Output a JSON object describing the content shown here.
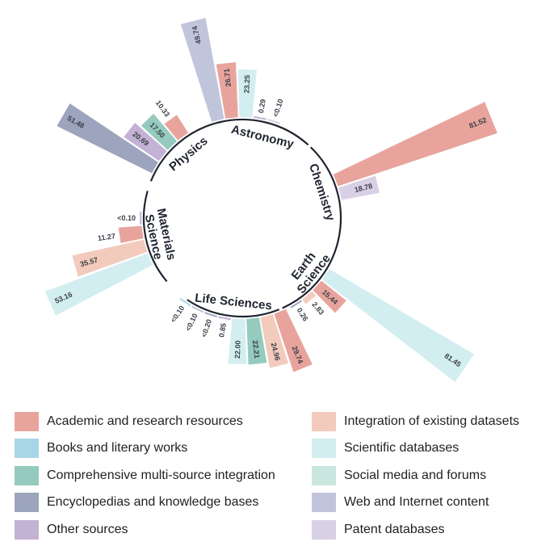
{
  "chart_data": {
    "type": "radial-bar",
    "title": "",
    "categories": [
      {
        "name": "Astronomy",
        "label_lines": [
          "Astronomy"
        ],
        "bars": [
          {
            "series": "web",
            "value": 49.74,
            "label": "49.74"
          },
          {
            "series": "academic",
            "value": 26.71,
            "label": "26.71"
          },
          {
            "series": "scientific",
            "value": 23.25,
            "label": "23.25"
          },
          {
            "series": "other",
            "value": 0.29,
            "label": "0.29"
          },
          {
            "series": "patent",
            "value": 0.05,
            "label": "<0.10"
          }
        ]
      },
      {
        "name": "Chemistry",
        "label_lines": [
          "Chemistry"
        ],
        "bars": [
          {
            "series": "academic",
            "value": 81.52,
            "label": "81.52"
          },
          {
            "series": "patent",
            "value": 18.78,
            "label": "18.78"
          }
        ]
      },
      {
        "name": "Earth Science",
        "label_lines": [
          "Earth",
          "Science"
        ],
        "bars": [
          {
            "series": "scientific",
            "value": 81.45,
            "label": "81.45"
          },
          {
            "series": "academic",
            "value": 15.44,
            "label": "15.44"
          },
          {
            "series": "integration",
            "value": 2.83,
            "label": "2.83"
          },
          {
            "series": "encyclopedias",
            "value": 0.26,
            "label": "0.26"
          }
        ]
      },
      {
        "name": "Life Sciences",
        "label_lines": [
          "Life Sciences"
        ],
        "bars": [
          {
            "series": "academic",
            "value": 29.74,
            "label": "29.74"
          },
          {
            "series": "integration",
            "value": 24.96,
            "label": "24.96"
          },
          {
            "series": "comprehensive",
            "value": 22.21,
            "label": "22.21"
          },
          {
            "series": "scientific",
            "value": 22.0,
            "label": "22.00"
          },
          {
            "series": "other",
            "value": 0.85,
            "label": "0.85"
          },
          {
            "series": "encyclopedias",
            "value": 0.05,
            "label": "<0.20"
          },
          {
            "series": "web",
            "value": 0.05,
            "label": "<0.10"
          },
          {
            "series": "books",
            "value": 0.05,
            "label": "<0.10"
          }
        ]
      },
      {
        "name": "Materials Science",
        "label_lines": [
          "Materials",
          "Science"
        ],
        "bars": [
          {
            "series": "scientific",
            "value": 53.16,
            "label": "53.16"
          },
          {
            "series": "integration",
            "value": 35.57,
            "label": "35.57"
          },
          {
            "series": "academic",
            "value": 11.27,
            "label": "11.27"
          },
          {
            "series": "other",
            "value": 0.05,
            "label": "<0.10"
          }
        ]
      },
      {
        "name": "Physics",
        "label_lines": [
          "Physics"
        ],
        "bars": [
          {
            "series": "encyclopedias",
            "value": 51.48,
            "label": "51.48"
          },
          {
            "series": "other",
            "value": 20.69,
            "label": "20.69"
          },
          {
            "series": "comprehensive",
            "value": 17.5,
            "label": "17.50"
          },
          {
            "series": "academic",
            "value": 10.33,
            "label": "10.33"
          }
        ]
      }
    ],
    "series_colors": {
      "academic": "#e8a49c",
      "books": "#a9d6e6",
      "comprehensive": "#94cbbe",
      "encyclopedias": "#9ca5bd",
      "other": "#c3b2d4",
      "integration": "#f2cbbc",
      "scientific": "#d3eef0",
      "social": "#c9e6df",
      "web": "#c1c5dc",
      "patent": "#d8d0e5"
    },
    "legend": {
      "position": "bottom",
      "items": [
        {
          "key": "academic",
          "label": "Academic and research resources"
        },
        {
          "key": "books",
          "label": "Books and literary works"
        },
        {
          "key": "comprehensive",
          "label": "Comprehensive multi-source integration"
        },
        {
          "key": "encyclopedias",
          "label": "Encyclopedias and knowledge bases"
        },
        {
          "key": "other",
          "label": "Other sources"
        },
        {
          "key": "integration",
          "label": "Integration of existing datasets"
        },
        {
          "key": "scientific",
          "label": "Scientific databases"
        },
        {
          "key": "social",
          "label": "Social media and forums"
        },
        {
          "key": "web",
          "label": "Web and Internet content"
        },
        {
          "key": "patent",
          "label": "Patent databases"
        }
      ]
    }
  }
}
